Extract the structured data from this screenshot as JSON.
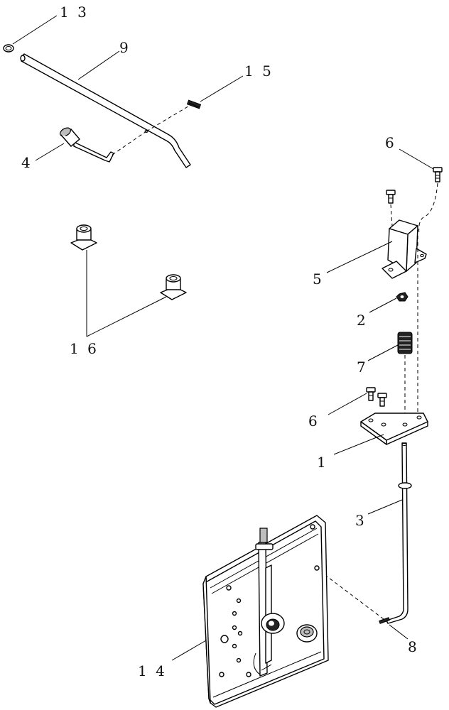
{
  "callouts": {
    "c13": "1 3",
    "c9": "9",
    "c15": "1 5",
    "c4": "4",
    "c6a": "6",
    "c5": "5",
    "c2": "2",
    "c7": "7",
    "c16": "1 6",
    "c6b": "6",
    "c1": "1",
    "c3": "3",
    "c8": "8",
    "c14": "1 4"
  },
  "colors": {
    "ink": "#000000",
    "background": "#ffffff"
  }
}
